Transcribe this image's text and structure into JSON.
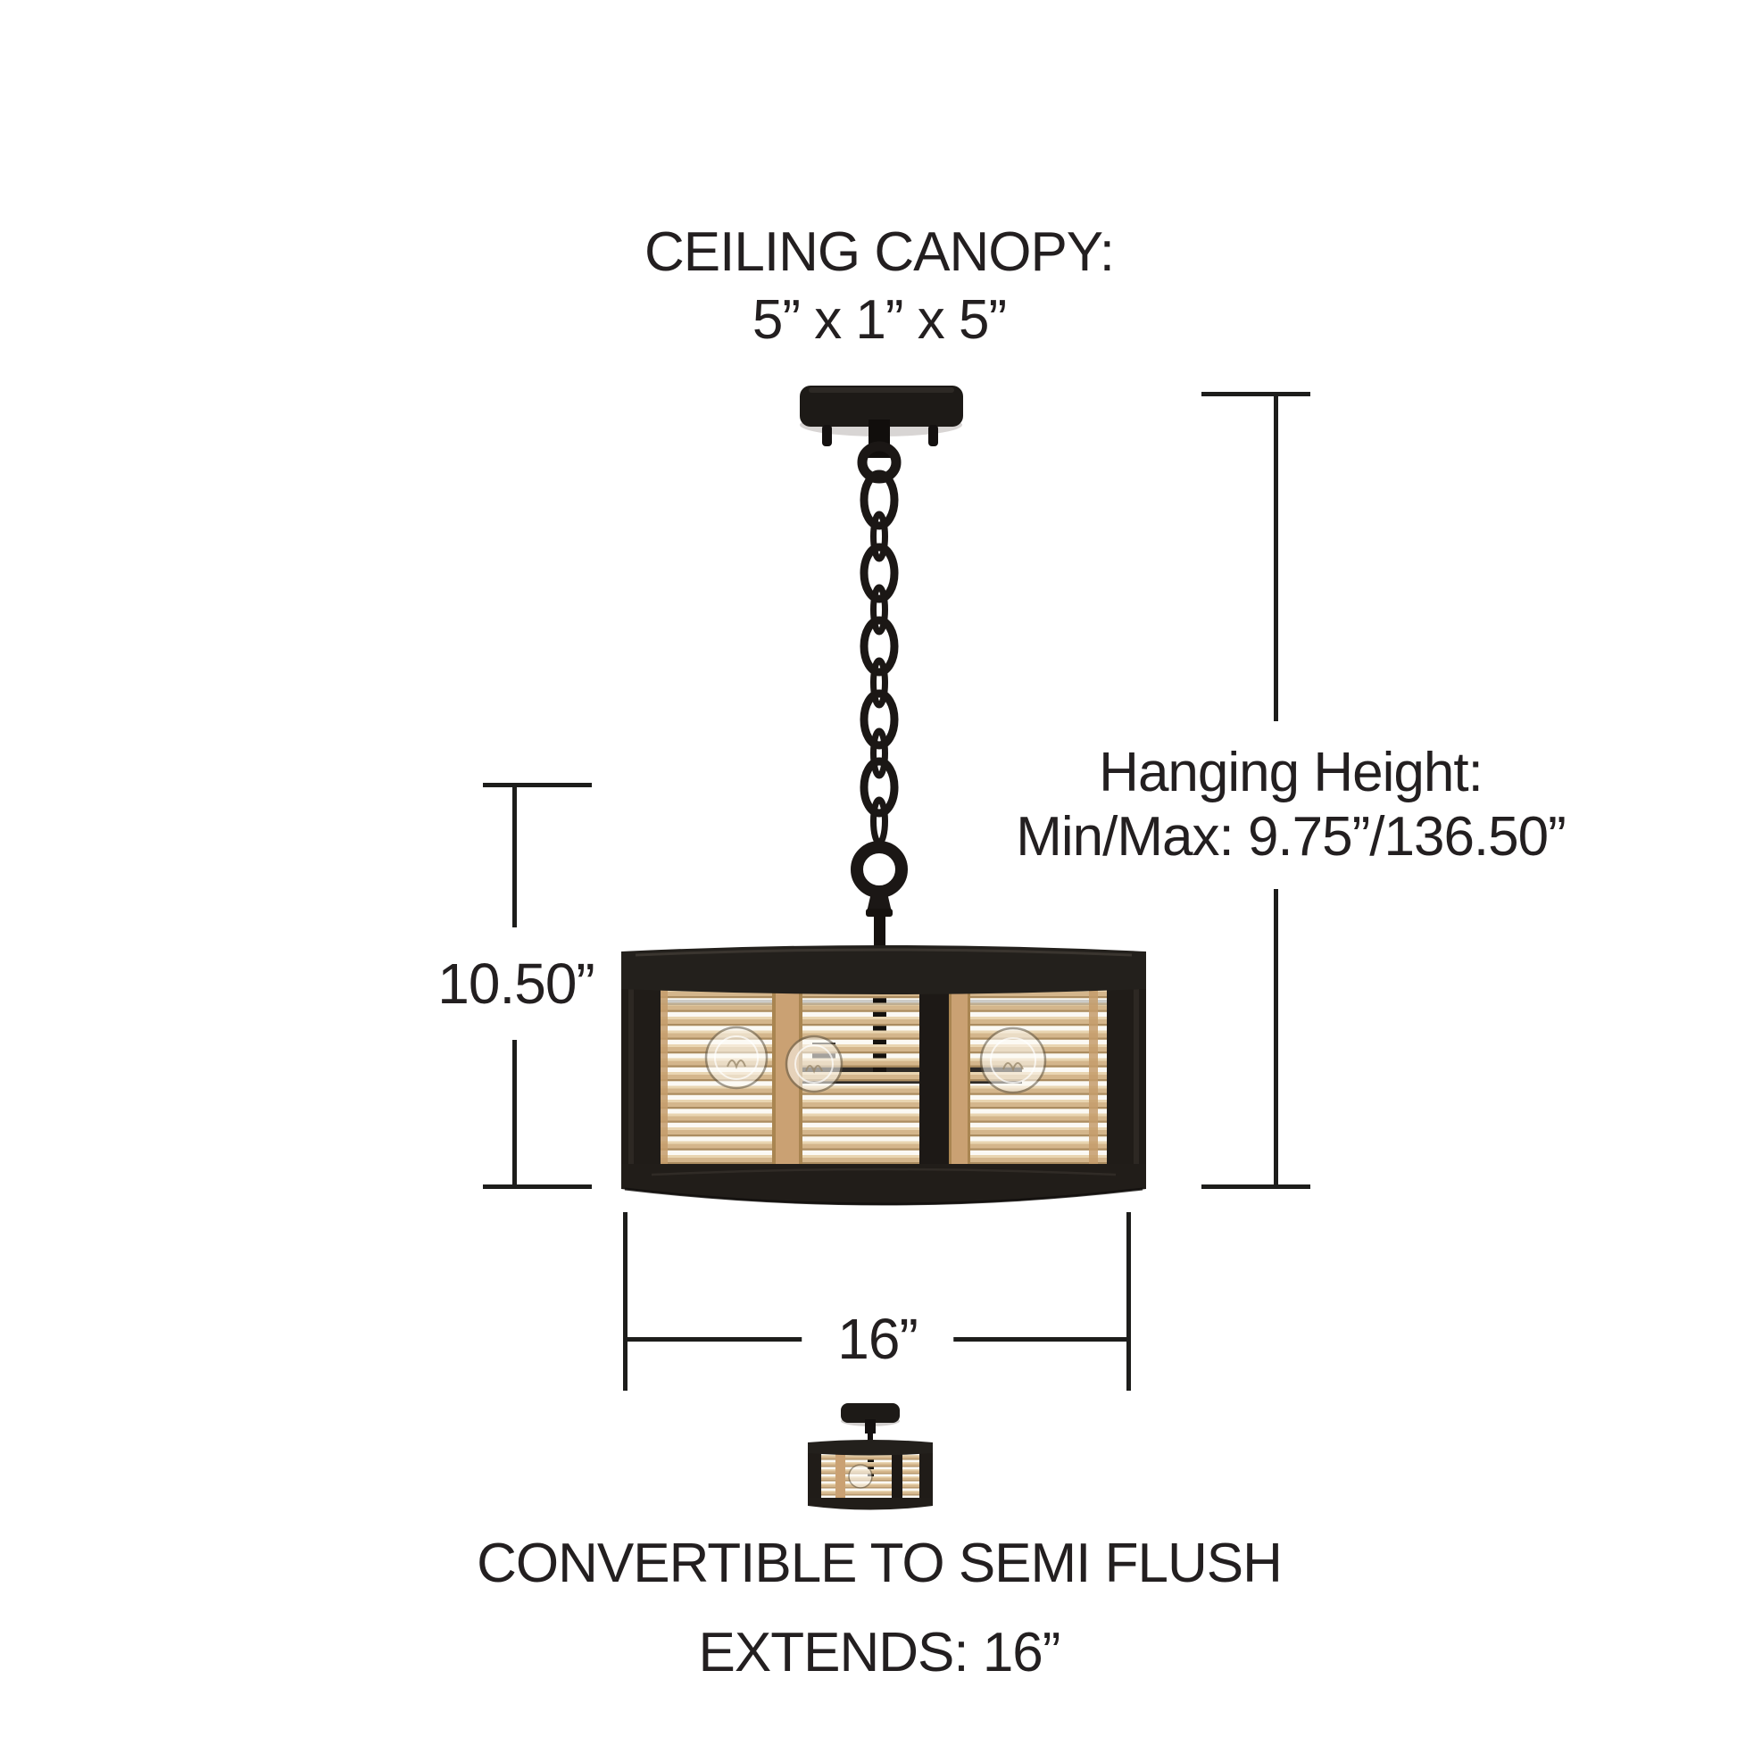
{
  "colors": {
    "background": "#ffffff",
    "ink": "#231f20",
    "metal_black": "#211d1a",
    "metal_underside": "#d8d5d4",
    "rattan": "#d9bb91",
    "rattan_light": "#ecd9b6",
    "rattan_shadow": "#b2925f",
    "interior": "#fbf9f4"
  },
  "annotations": {
    "ceiling_canopy": {
      "line1": "CEILING CANOPY:",
      "line2": "5” x 1” x 5”"
    },
    "hanging_height": {
      "line1": "Hanging Height:",
      "line2": "Min/Max: 9.75”/136.50”"
    },
    "shade_height": "10.50”",
    "shade_diameter": "16”",
    "convertible": {
      "line1": "CONVERTIBLE TO SEMI FLUSH",
      "line2": "EXTENDS: 16”"
    }
  }
}
